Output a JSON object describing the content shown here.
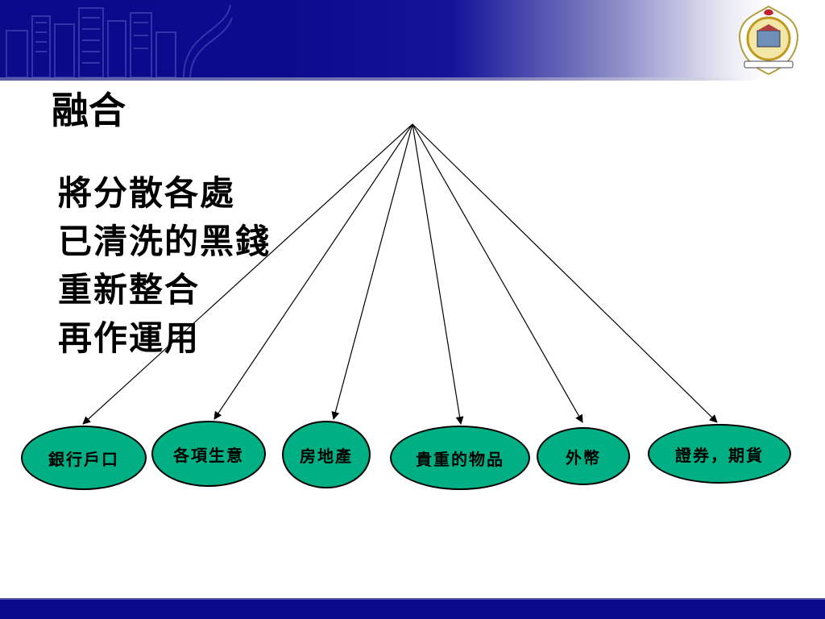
{
  "slide": {
    "title": "融合",
    "description": [
      "將分散各處",
      "已清洗的黑錢",
      "重新整合",
      "再作運用"
    ]
  },
  "nodes": [
    {
      "label": "銀行戶口"
    },
    {
      "label": "各項生意"
    },
    {
      "label": "房地產"
    },
    {
      "label": "貴重的物品"
    },
    {
      "label": "外幣"
    },
    {
      "label": "證券，期貨"
    }
  ],
  "colors": {
    "banner": "#0a0a8a",
    "node_fill": "#00b084",
    "node_border": "#000000",
    "text": "#000000"
  }
}
